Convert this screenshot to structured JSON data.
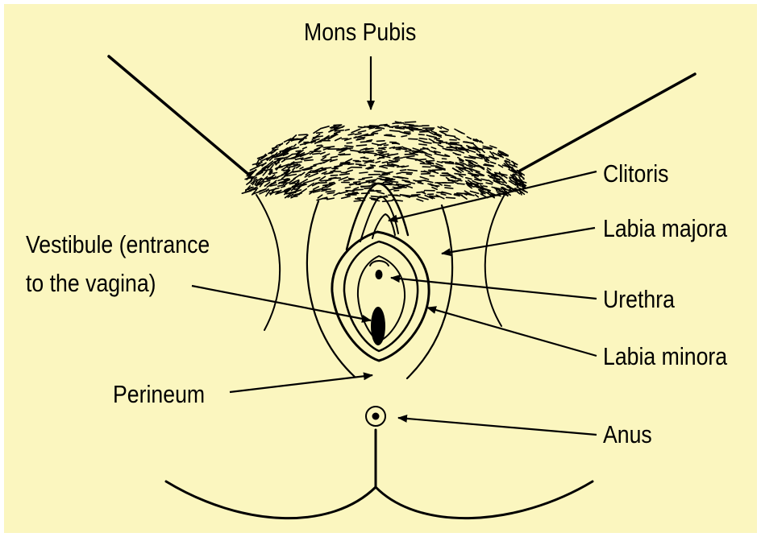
{
  "colors": {
    "background": "#fbf6bf",
    "frame": "#ffffff",
    "ink": "#000000"
  },
  "labels": {
    "mons_pubis": "Mons Pubis",
    "clitoris": "Clitoris",
    "labia_majora": "Labia majora",
    "vestibule_line1": "Vestibule (entrance",
    "vestibule_line2": "to the vagina)",
    "urethra": "Urethra",
    "labia_minora": "Labia minora",
    "perineum": "Perineum",
    "anus": "Anus"
  }
}
